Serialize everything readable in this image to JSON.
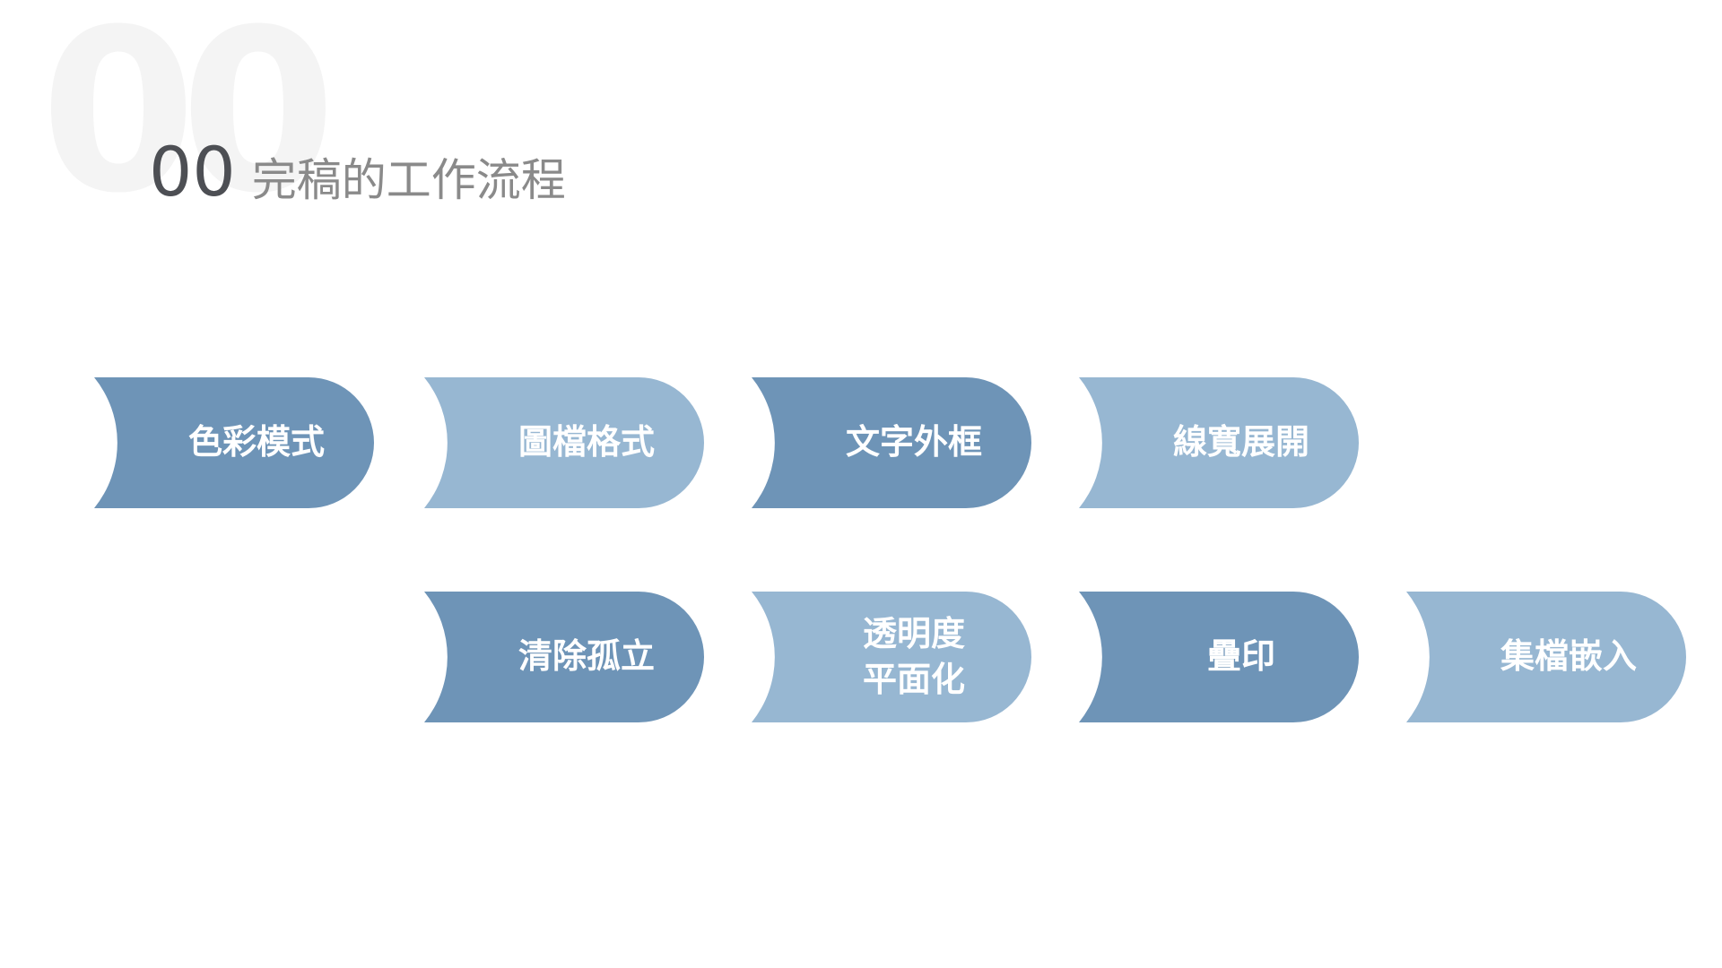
{
  "slide": {
    "background_number": "00",
    "title_number": "00",
    "title_text": "完稿的工作流程"
  },
  "colors": {
    "dark": "#6e94b7",
    "light": "#97b7d2",
    "title_text": "#8a8a8a",
    "title_number": "#4d4f54",
    "watermark": "#f4f4f4"
  },
  "steps": [
    {
      "label": "色彩模式",
      "tone": "dark"
    },
    {
      "label": "圖檔格式",
      "tone": "light"
    },
    {
      "label": "文字外框",
      "tone": "dark"
    },
    {
      "label": "線寬展開",
      "tone": "light"
    },
    {
      "label": "清除孤立",
      "tone": "dark"
    },
    {
      "label": "透明度\n平面化",
      "tone": "light"
    },
    {
      "label": "疊印",
      "tone": "dark"
    },
    {
      "label": "集檔嵌入",
      "tone": "light"
    }
  ]
}
